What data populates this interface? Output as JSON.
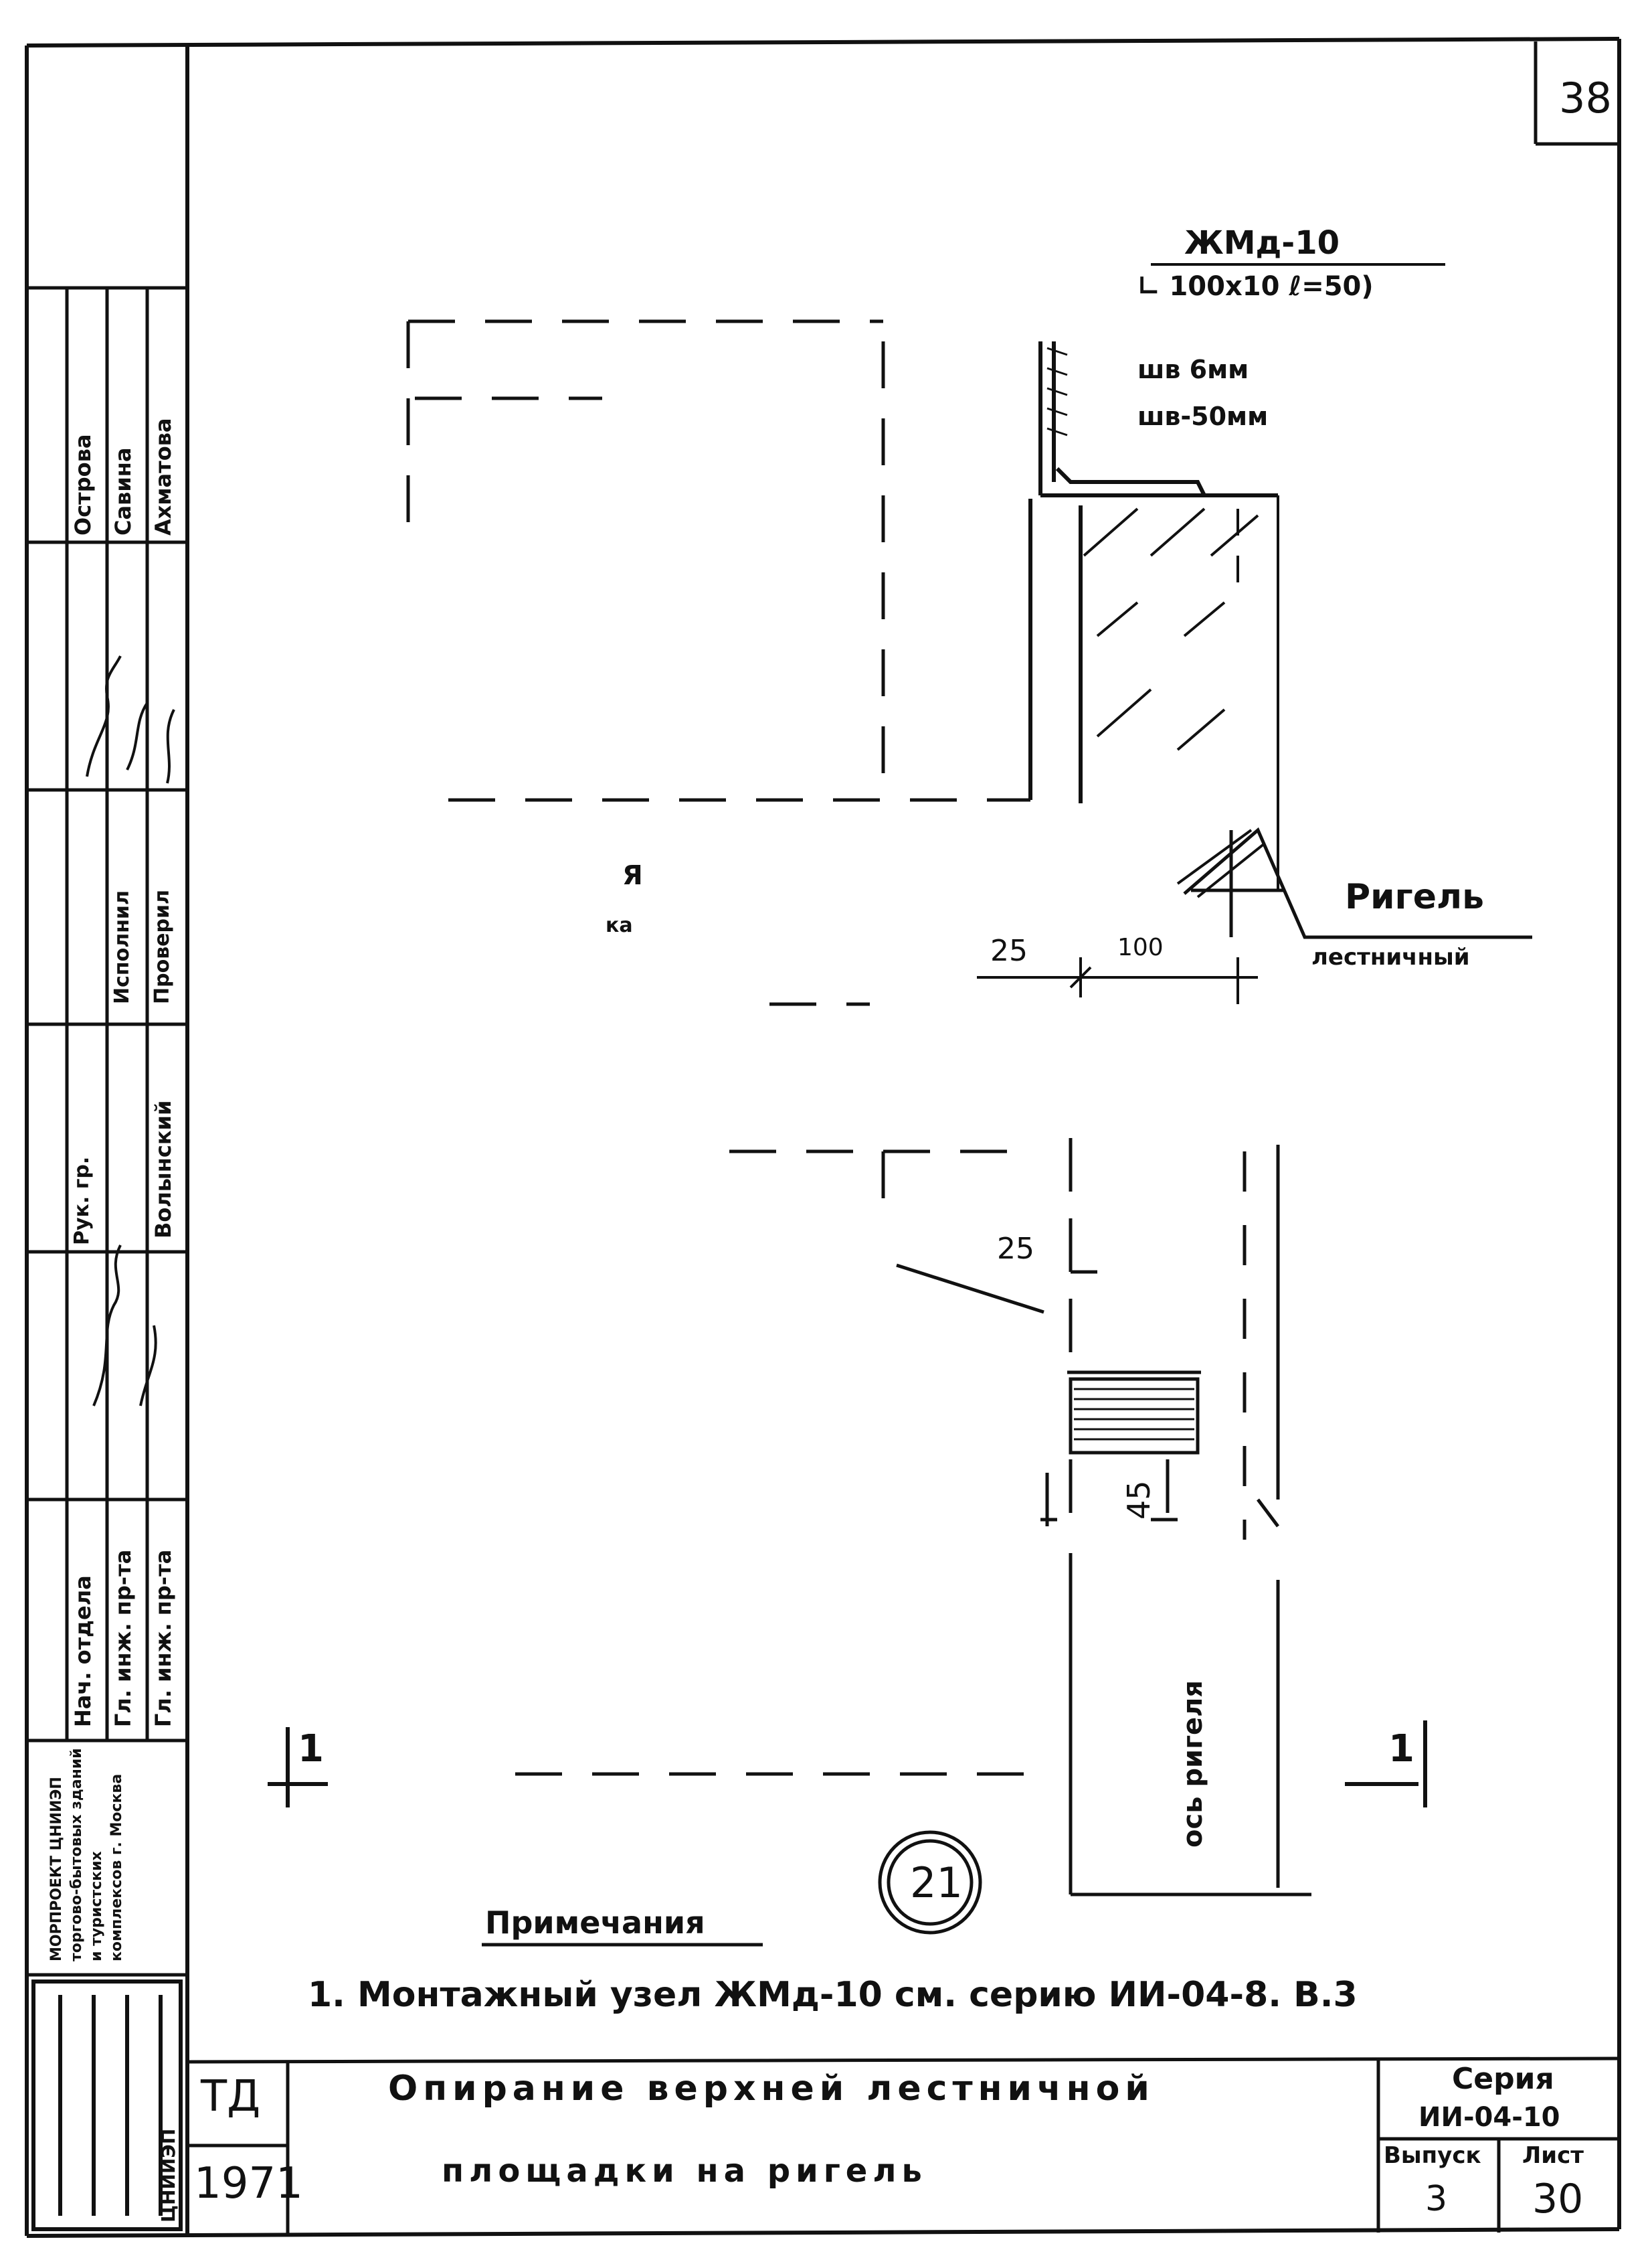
{
  "sheet_number": "38",
  "drawing": {
    "embed_part": "ЖМд-10",
    "embed_spec": "∟ 100х10 ℓ=50)",
    "weld_leg": "шв 6мм",
    "weld_length": "шв-50мм",
    "ригель_label": "Ригель",
    "ригель_sub": "лестничный",
    "frag_a": "Я",
    "frag_b": "ка",
    "dim_25_top": "25",
    "dim_100": "100",
    "dim_25_mid": "25",
    "dim_45": "45",
    "axis_label": "ось ригеля",
    "section_left": "1",
    "section_right": "1",
    "node_number": "21"
  },
  "notes": {
    "title": "Примечания",
    "item_1": "1. Монтажный узел ЖМд-10 см. серию ИИ-04-8. В.3"
  },
  "side_stamp": {
    "org": "МОРПРОЕКТ ЦНИИЭП торгово-бытовых зданий и туристских комплексов г. Москва",
    "logo": "ЦНИИЭП",
    "roles": [
      "Нач. отдела",
      "Гл. инж. пр-та",
      "Гл. инж. пр-та",
      "Рук. гр.",
      "Исполнил",
      "Проверил"
    ],
    "names": [
      "Острова",
      "Савина",
      "Ахматова",
      "Волынский"
    ]
  },
  "title_block": {
    "code": "ТД",
    "year": "1971",
    "title_line1": "Опирание верхней лестничной",
    "title_line2": "площадки на ригель",
    "series_label": "Серия",
    "series_value": "ИИ-04-10",
    "issue_label": "Выпуск",
    "issue_value": "3",
    "sheet_label": "Лист",
    "sheet_value": "30"
  }
}
